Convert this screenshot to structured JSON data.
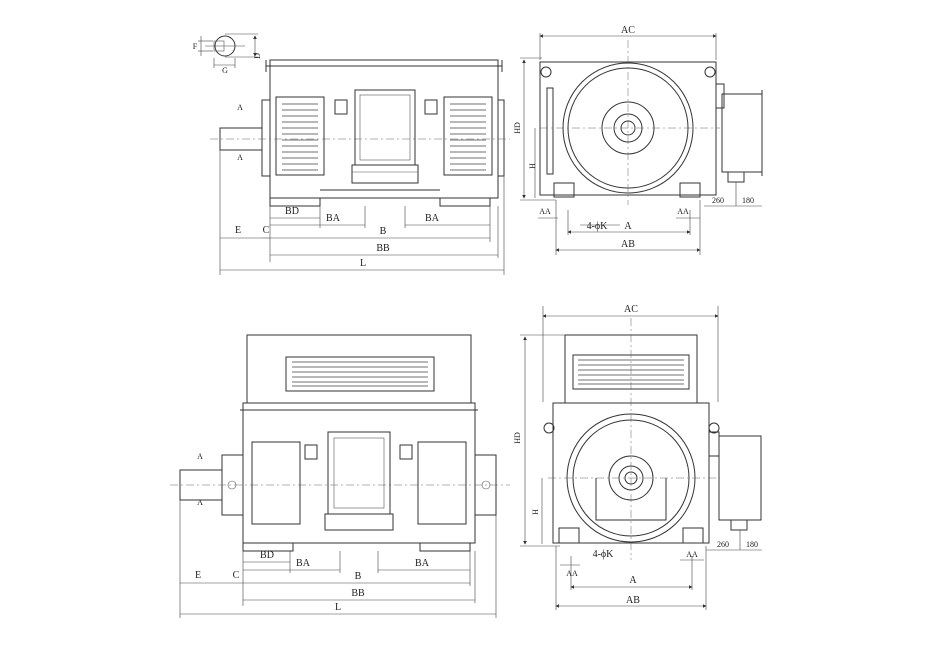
{
  "labels": {
    "AC": "AC",
    "HD": "HD",
    "H": "H",
    "AA": "AA",
    "A": "A",
    "AB": "AB",
    "K": "4-ϕK",
    "d260": "260",
    "d180": "180",
    "E": "E",
    "C": "C",
    "BD": "BD",
    "BA": "BA",
    "B": "B",
    "BB": "BB",
    "L": "L",
    "D": "D",
    "G": "G",
    "F": "F",
    "sectionA": "A"
  }
}
